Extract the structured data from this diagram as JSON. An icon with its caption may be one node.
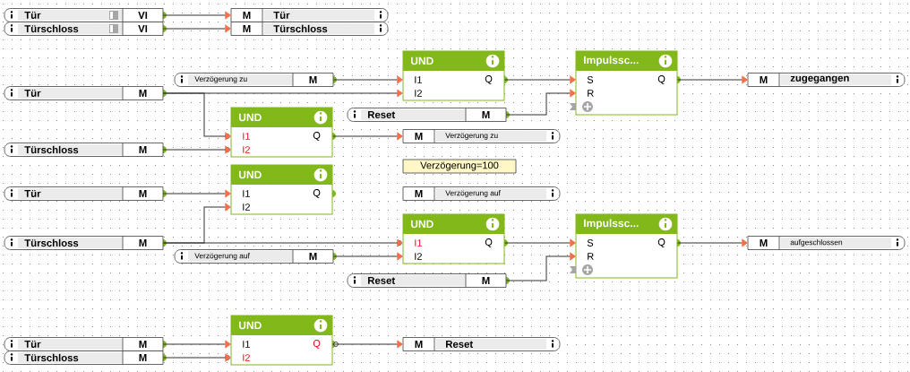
{
  "diagram": {
    "nodes": [
      {
        "text": [
          "Tür",
          "VI"
        ]
      },
      {
        "text": [
          "Türschloss",
          "VI"
        ]
      },
      {
        "text": [
          "M",
          "Tür"
        ]
      },
      {
        "text": [
          "M",
          "Türschloss"
        ]
      },
      {
        "text": [
          "Verzögerung zu",
          "M"
        ]
      },
      {
        "text": [
          "Tür",
          "M"
        ]
      },
      {
        "text": [
          "UND",
          "I1",
          "I2",
          "Q"
        ]
      },
      {
        "text": [
          "Impulssc...",
          "S",
          "R",
          "Q"
        ]
      },
      {
        "text": [
          "M",
          "zugegangen"
        ]
      },
      {
        "text": [
          "Reset",
          "M"
        ]
      },
      {
        "text": [
          "UND",
          "I1",
          "I2",
          "Q"
        ]
      },
      {
        "text": [
          "Türschloss",
          "M"
        ]
      },
      {
        "text": [
          "M",
          "Verzögerung zu"
        ]
      },
      {
        "text": [
          "Verzögerung=100"
        ]
      },
      {
        "text": [
          "UND",
          "I1",
          "I2",
          "Q"
        ]
      },
      {
        "text": [
          "Tür",
          "M"
        ]
      },
      {
        "text": [
          "M",
          "Verzögerung auf"
        ]
      },
      {
        "text": [
          "Türschloss",
          "M"
        ]
      },
      {
        "text": [
          "UND",
          "I1",
          "I2",
          "Q"
        ]
      },
      {
        "text": [
          "Verzögerung auf",
          "M"
        ]
      },
      {
        "text": [
          "Impulssc...",
          "S",
          "R",
          "Q"
        ]
      },
      {
        "text": [
          "M",
          "aufgeschlossen"
        ]
      },
      {
        "text": [
          "Reset",
          "M"
        ]
      },
      {
        "text": [
          "UND",
          "I1",
          "I2",
          "Q"
        ]
      },
      {
        "text": [
          "Tür",
          "M"
        ]
      },
      {
        "text": [
          "Türschloss",
          "M"
        ]
      },
      {
        "text": [
          "M",
          "Reset"
        ]
      }
    ],
    "edges": [
      {
        "from": 0,
        "to": 2,
        "arrow": "to"
      },
      {
        "from": 1,
        "to": 3,
        "arrow": "to"
      },
      {
        "from": 4,
        "to": 6,
        "arrow": "to"
      },
      {
        "from": 5,
        "to": 6,
        "arrow": "to"
      },
      {
        "from": 5,
        "to": 10,
        "arrow": "to"
      },
      {
        "from": 6,
        "to": 7,
        "arrow": "to"
      },
      {
        "from": 9,
        "to": 7,
        "arrow": "to"
      },
      {
        "from": 7,
        "to": 8,
        "arrow": "to"
      },
      {
        "from": 11,
        "to": 10,
        "arrow": "to"
      },
      {
        "from": 10,
        "to": 12,
        "arrow": "to"
      },
      {
        "from": 15,
        "to": 14,
        "arrow": "to"
      },
      {
        "from": 17,
        "to": 14,
        "arrow": "to"
      },
      {
        "from": 17,
        "to": 18,
        "arrow": "to"
      },
      {
        "from": 19,
        "to": 18,
        "arrow": "to"
      },
      {
        "from": 18,
        "to": 20,
        "arrow": "to"
      },
      {
        "from": 22,
        "to": 20,
        "arrow": "to"
      },
      {
        "from": 20,
        "to": 21,
        "arrow": "to"
      },
      {
        "from": 24,
        "to": 23,
        "arrow": "to"
      },
      {
        "from": 25,
        "to": 23,
        "arrow": "to"
      },
      {
        "from": 23,
        "to": 26,
        "arrow": "to"
      }
    ]
  }
}
